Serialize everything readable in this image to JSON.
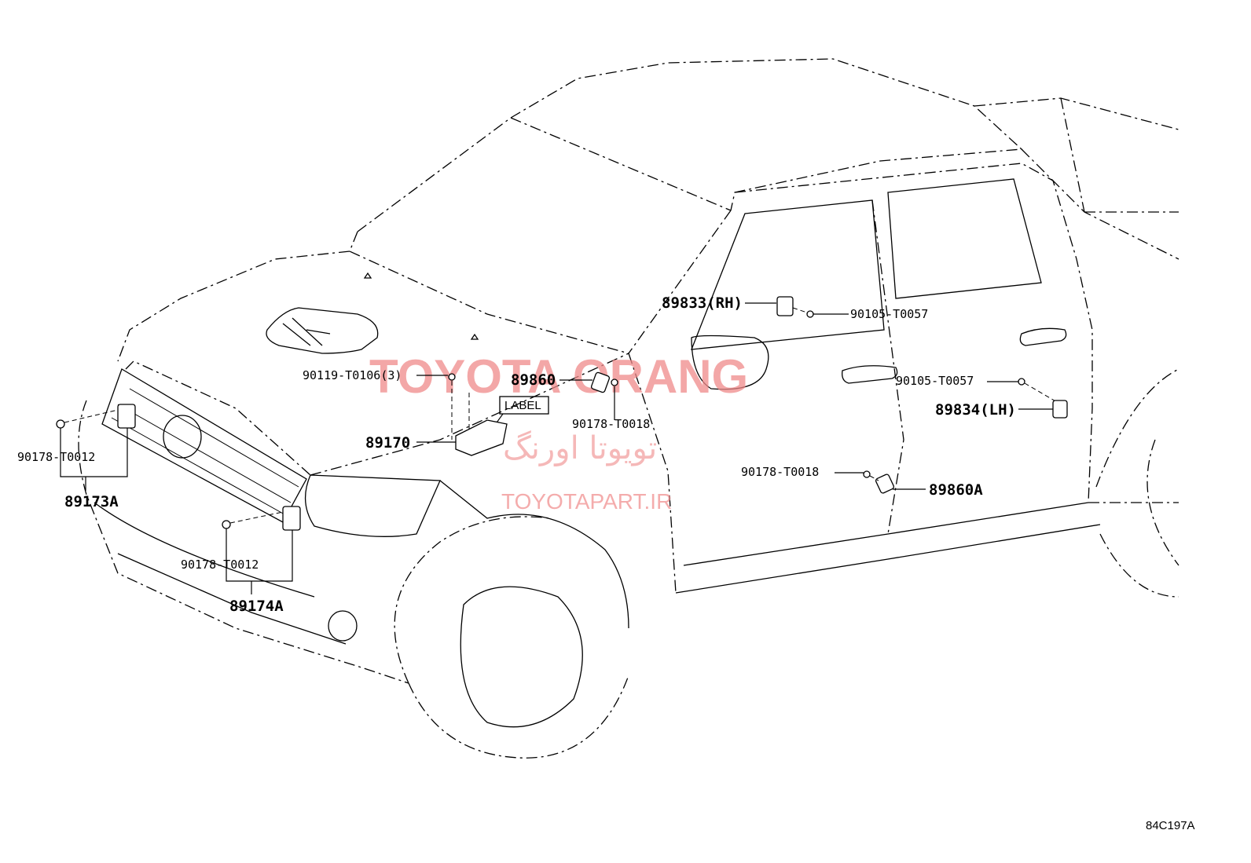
{
  "diagram_code": "84C197A",
  "watermark": {
    "brand": "TOYOTA ORANG",
    "persian": "تویوتا اورنگ",
    "url": "TOYOTAPART.IR"
  },
  "parts": [
    {
      "id": "p89833",
      "label": "89833(RH)"
    },
    {
      "id": "p90105a",
      "label": "90105-T0057"
    },
    {
      "id": "p90105b",
      "label": "90105-T0057"
    },
    {
      "id": "p89834",
      "label": "89834(LH)"
    },
    {
      "id": "p90119",
      "label": "90119-T0106(3)"
    },
    {
      "id": "p89860",
      "label": "89860"
    },
    {
      "id": "pLabel",
      "label": "LABEL"
    },
    {
      "id": "p90178a",
      "label": "90178-T0018"
    },
    {
      "id": "p89170",
      "label": "89170"
    },
    {
      "id": "p90178b",
      "label": "90178-T0018"
    },
    {
      "id": "p89860A",
      "label": "89860A"
    },
    {
      "id": "p90178c",
      "label": "90178-T0012"
    },
    {
      "id": "p89173A",
      "label": "89173A"
    },
    {
      "id": "p90178d",
      "label": "90178-T0012"
    },
    {
      "id": "p89174A",
      "label": "89174A"
    }
  ]
}
